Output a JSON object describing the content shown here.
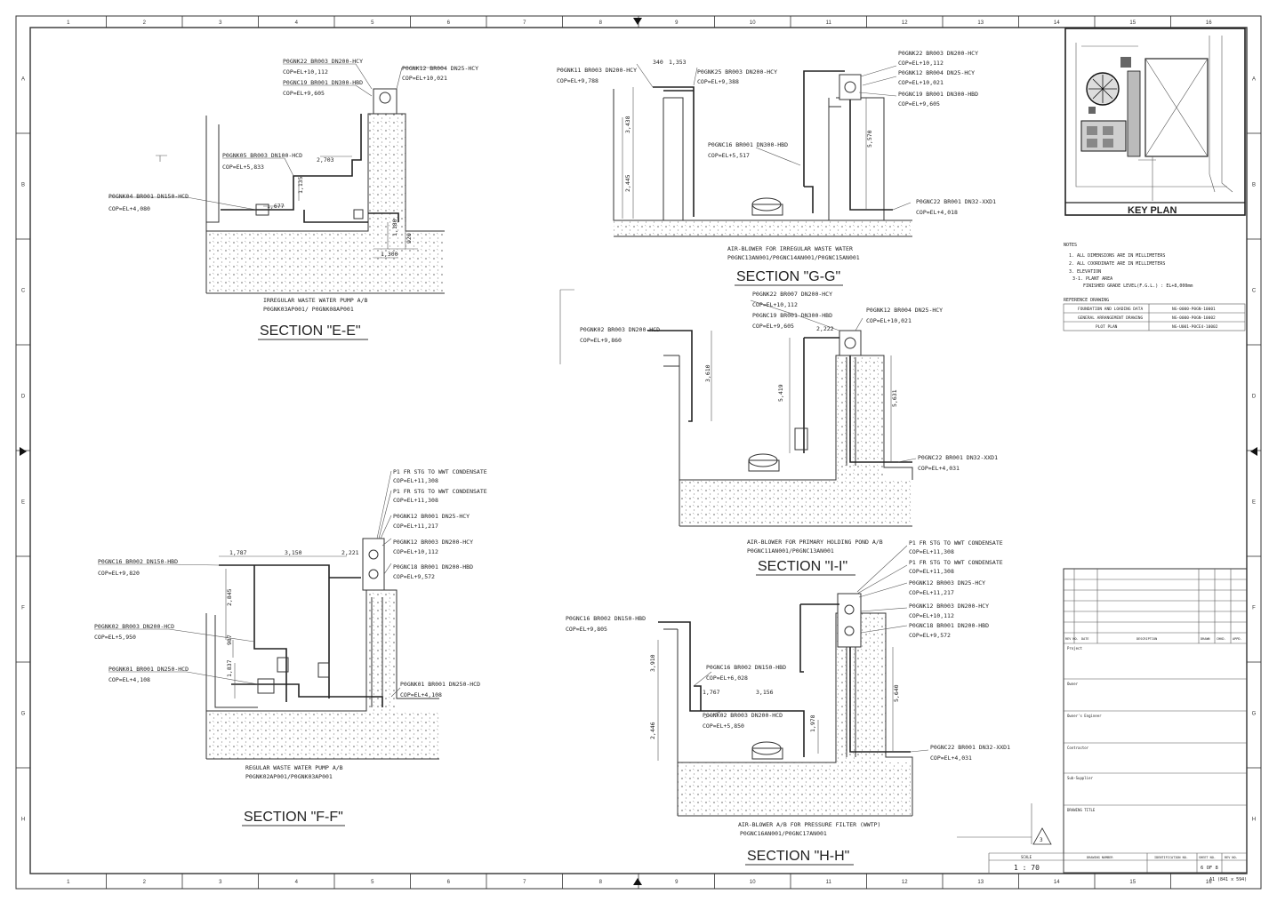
{
  "frame": {
    "top_numbers": [
      "1",
      "2",
      "3",
      "4",
      "5",
      "6",
      "7",
      "8",
      "9",
      "10",
      "11",
      "12",
      "13",
      "14",
      "15",
      "16"
    ],
    "side_letters": [
      "A",
      "B",
      "C",
      "D",
      "E",
      "F",
      "G",
      "H"
    ]
  },
  "section_e": {
    "title": "SECTION \"E-E\"",
    "caption1": "IRREGULAR WASTE WATER PUMP A/B",
    "caption2": "P0GNK03AP001/ P0GNK08AP001",
    "labels": [
      "P0GNK22 BR003 DN200-HCY",
      "COP=EL+10,112",
      "P0GNC19 BR001 DN300-HBD",
      "COP=EL+9,605",
      "P0GNK12 BR004 DN25-HCY",
      "COP=EL+10,021",
      "P0GNK05 BR003 DN100-HCD",
      "COP=EL+5,833",
      "P0GNK04 BR001 DN150-HCD",
      "COP=EL+4,080"
    ],
    "dims": [
      "2,703",
      "1,677",
      "1,135",
      "1,300",
      "1,180",
      "920"
    ]
  },
  "section_g": {
    "title": "SECTION \"G-G\"",
    "caption1": "AIR-BLOWER FOR IRREGULAR WASTE WATER",
    "caption2": "P0GNC13AN001/P0GNC14AN001/P0GNC15AN001",
    "labels": [
      "P0GNK11 BR003 DN200-HCY",
      "COP=EL+9,788",
      "P0GNK25 BR003 DN200-HCY",
      "COP=EL+9,388",
      "P0GNK22 BR003 DN200-HCY",
      "COP=EL+10,112",
      "P0GNK12 BR004 DN25-HCY",
      "COP=EL+10,021",
      "P0GNC19 BR001 DN300-HBD",
      "COP=EL+9,605",
      "P0GNC16 BR001 DN300-HBD",
      "COP=EL+5,517",
      "P0GNC22 BR001 DN32-XXD1",
      "COP=EL+4,018"
    ],
    "dims": [
      "340",
      "1,353",
      "3,438",
      "2,445",
      "5,570"
    ]
  },
  "section_i": {
    "title": "SECTION \"I-I\"",
    "caption1": "AIR-BLOWER FOR PRIMARY HOLDING POND A/B",
    "caption2": "P0GNC11AN001/P0GNC13AN001",
    "labels": [
      "P0GNK22 BR007 DN200-HCY",
      "COP=EL+10,112",
      "P0GNC19 BR001 DN300-HBD",
      "COP=EL+9,605",
      "P0GNK12 BR004 DN25-HCY",
      "COP=EL+10,021",
      "P0GNK02 BR003 DN200-HCD",
      "COP=EL+9,860",
      "P0GNC22 BR001 DN32-XXD1",
      "COP=EL+4,031"
    ],
    "dims": [
      "2,222",
      "3,610",
      "5,419",
      "5,631"
    ]
  },
  "section_f": {
    "title": "SECTION \"F-F\"",
    "caption1": "REGULAR WASTE WATER PUMP A/B",
    "caption2": "P0GNK02AP001/P0GNK03AP001",
    "labels": [
      "P1 FR STG TO WWT CONDENSATE",
      "COP=EL+11,308",
      "P1 FR STG TO WWT CONDENSATE",
      "COP=EL+11,308",
      "P0GNK12 BR001 DN25-HCY",
      "COP=EL+11,217",
      "P0GNK12 BR003 DN200-HCY",
      "COP=EL+10,112",
      "P0GNC18 BR001 DN200-HBD",
      "COP=EL+9,572",
      "P0GNC16 BR002 DN150-HBD",
      "COP=EL+9,820",
      "P0GNK02 BR003 DN200-HCD",
      "COP=EL+5,950",
      "P0GNK01 BR001 DN250-HCD",
      "COP=EL+4,108",
      "P0GNK01 BR001 DN250-HCD",
      "COP=EL+4,108"
    ],
    "dims": [
      "1,787",
      "3,150",
      "2,221",
      "2,845",
      "987",
      "1,837"
    ]
  },
  "section_h": {
    "title": "SECTION \"H-H\"",
    "caption1": "AIR-BLOWER A/B FOR PRESSURE FILTER (WWTP)",
    "caption2": "P0GNC16AN001/P0GNC17AN001",
    "labels": [
      "P1 FR STG TO WWT CONDENSATE",
      "COP=EL+11,308",
      "P1 FR STG TO WWT CONDENSATE",
      "COP=EL+11,308",
      "P0GNK12 BR003 DN25-HCY",
      "COP=EL+11,217",
      "P0GNK12 BR003 DN200-HCY",
      "COP=EL+10,112",
      "P0GNC18 BR001 DN200-HBD",
      "COP=EL+9,572",
      "P0GNC16 BR002 DN150-HBD",
      "COP=EL+9,805",
      "P0GNC16 BR002 DN150-HBD",
      "COP=EL+6,028",
      "P0GNK02 BR003 DN200-HCD",
      "COP=EL+5,850",
      "P0GNC22 BR001 DN32-XXD1",
      "COP=EL+4,031"
    ],
    "dims": [
      "3,910",
      "1,767",
      "3,156",
      "2,446",
      "1,978",
      "5,640"
    ]
  },
  "key_plan": {
    "title": "KEY PLAN"
  },
  "notes": {
    "heading": "NOTES",
    "lines": [
      "1. ALL DIMENSIONS ARE IN MILLIMETERS",
      "2. ALL COORDINATE ARE IN MILLIMETERS",
      "3. ELEVATION",
      "3-1. PLANT AREA",
      "FINISHED GRADE LEVEL(F.G.L.) : EL+8,000mm"
    ],
    "ref_heading": "REFERENCE DRAWING",
    "refs": [
      [
        "FOUNDATION AND LOADING DATA",
        "NG-0000-P0GN-10001"
      ],
      [
        "GENERAL ARRANGEMENT DRAWING",
        "NG-0000-P0GN-10002"
      ],
      [
        "PLOT PLAN",
        "NG-U001-P0CE4-10002"
      ]
    ]
  },
  "title_block": {
    "rev_headers": [
      "REV NO.",
      "DATE",
      "DESCRIPTION",
      "DRAWN",
      "CHKD.",
      "APPD."
    ],
    "fields": [
      "Project",
      "Owner",
      "Owner's Engineer",
      "Contractor",
      "Sub-Supplier",
      "DRAWING TITLE"
    ],
    "scale_label": "SCALE",
    "scale": "1 : 70",
    "bottom_headers": [
      "DRAWING NUMBER",
      "IDENTIFICATION NO.",
      "SHEET NO.",
      "REV NO."
    ],
    "sheet": "6 OF 8",
    "paper": "A1 (841 x 594)",
    "revision_mark": "3"
  }
}
